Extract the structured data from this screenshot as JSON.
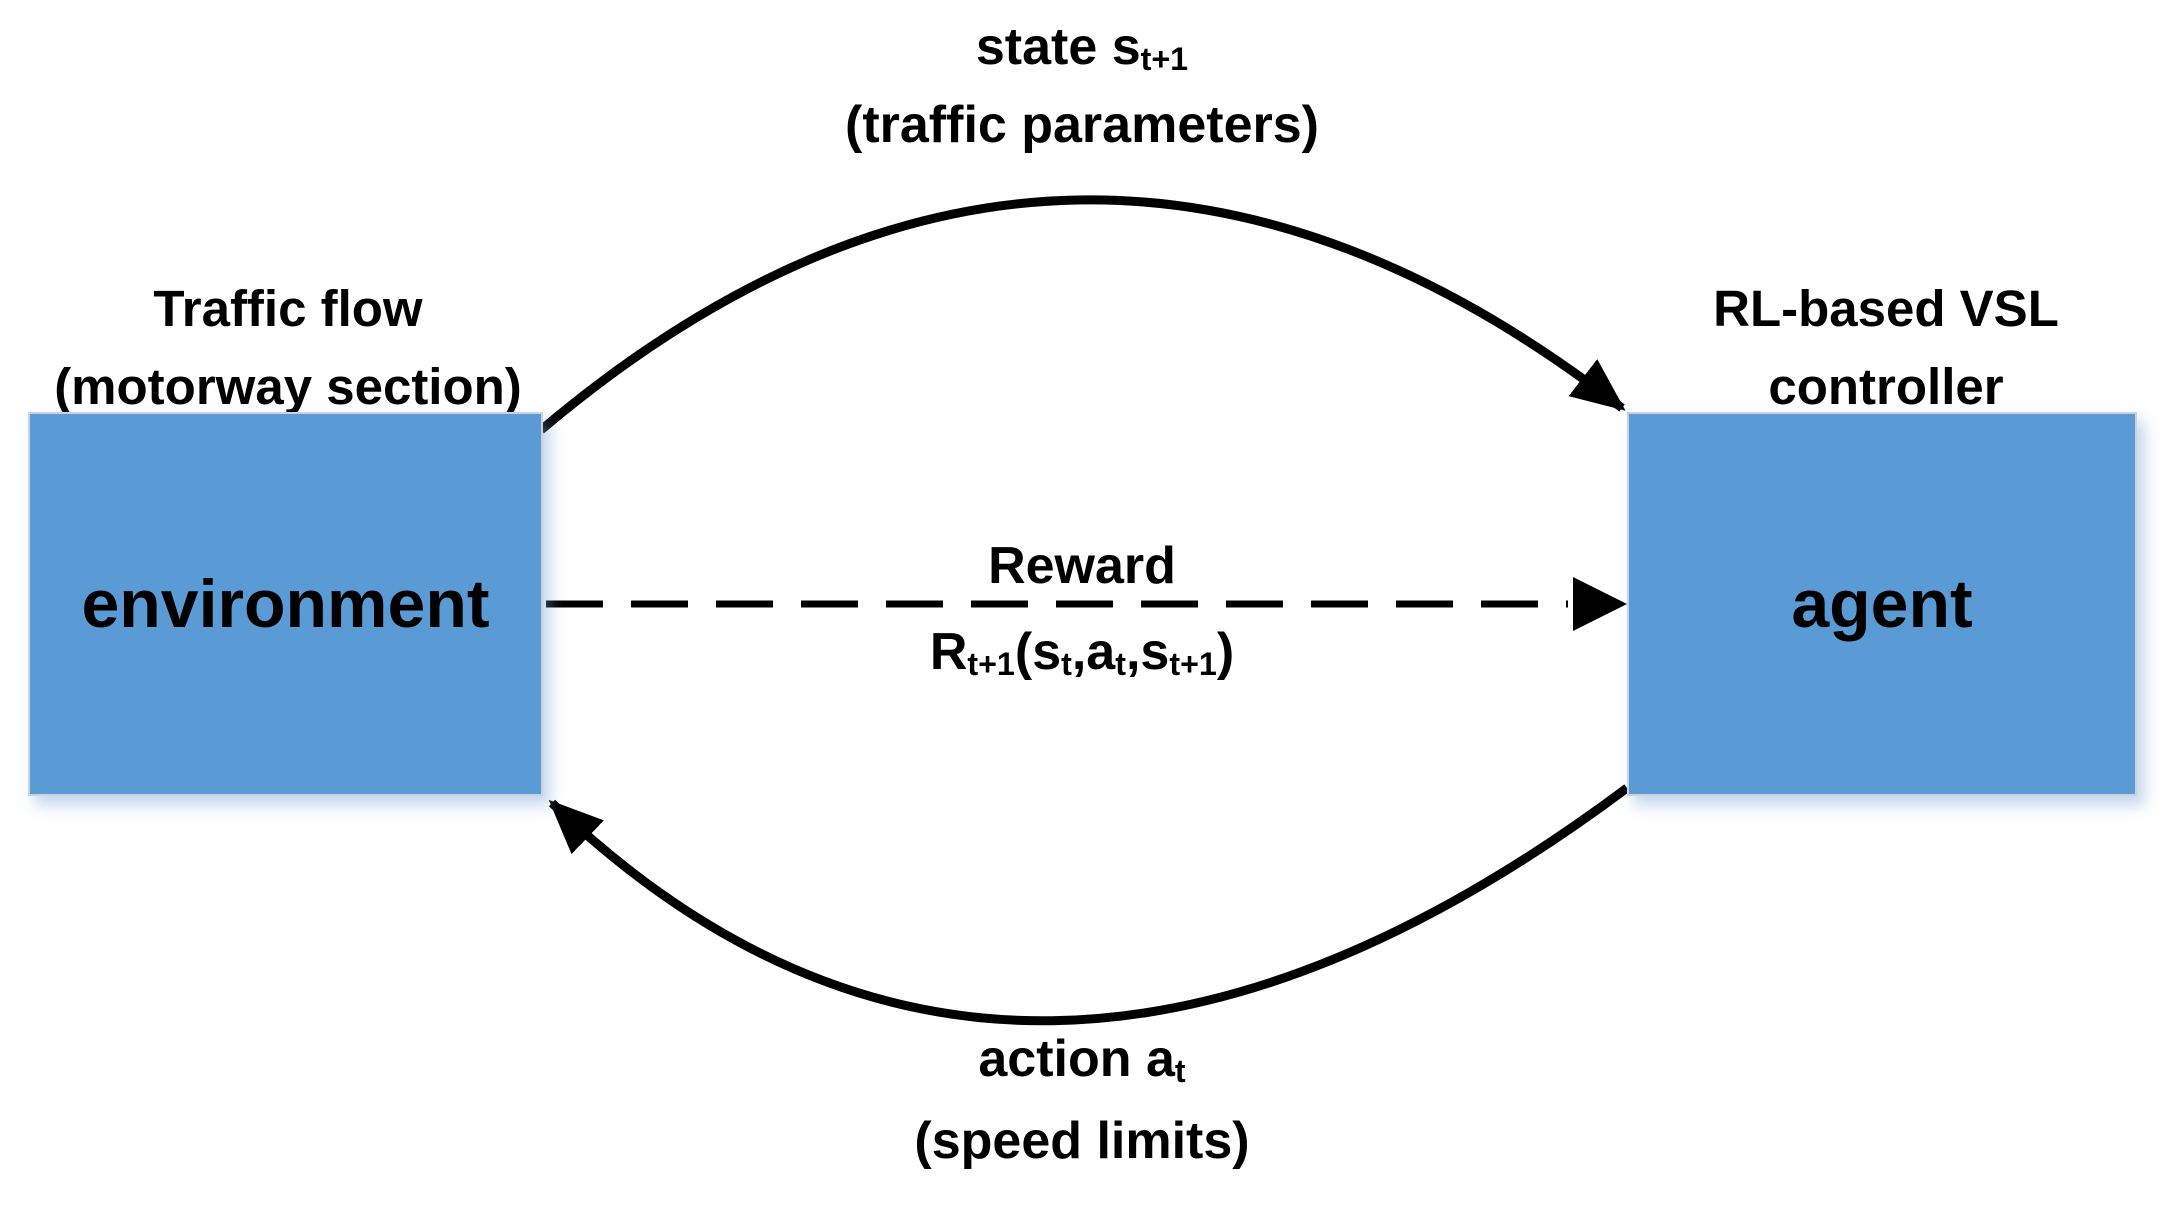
{
  "diagram": {
    "colors": {
      "box_fill": "#5B9BD5",
      "arrow": "#000000",
      "text": "#000000",
      "background": "#FFFFFF"
    },
    "environment": {
      "caption_line1": "Traffic flow",
      "caption_line2": "(motorway section)",
      "label": "environment"
    },
    "agent": {
      "caption_line1": "RL-based VSL",
      "caption_line2": "controller",
      "label": "agent"
    },
    "state_arrow": {
      "main": "state s",
      "sub": "t+1",
      "line2": "(traffic parameters)"
    },
    "reward_arrow": {
      "title": "Reward",
      "formula": [
        {
          "t": "R"
        },
        {
          "s": "t+1"
        },
        {
          "t": "(s"
        },
        {
          "s": "t"
        },
        {
          "t": ",a"
        },
        {
          "s": "t"
        },
        {
          "t": ",s"
        },
        {
          "s": "t+1"
        },
        {
          "t": ")"
        }
      ]
    },
    "action_arrow": {
      "main": "action a",
      "sub": "t",
      "line2": "(speed limits)"
    }
  }
}
